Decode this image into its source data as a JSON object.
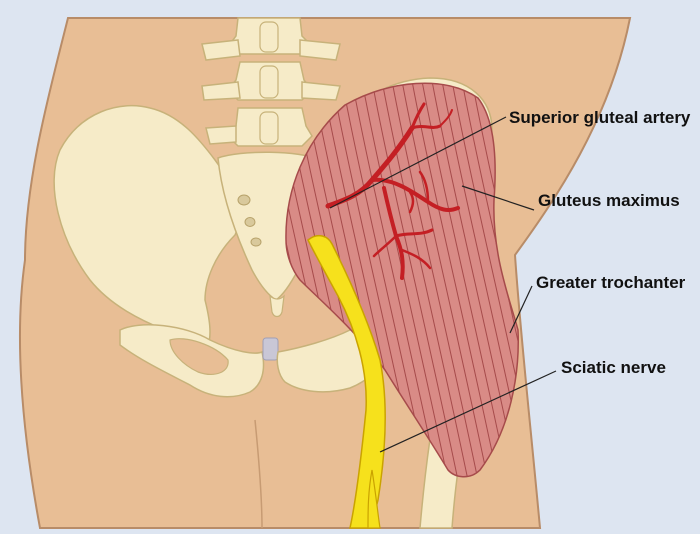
{
  "labels": {
    "superior_gluteal_artery": "Superior gluteal artery",
    "gluteus_maximus": "Gluteus maximus",
    "greater_trochanter": "Greater trochanter",
    "sciatic_nerve": "Sciatic nerve"
  },
  "colors": {
    "background": "#dde5f1",
    "skin": "#e8be95",
    "skin_outline": "#b88c68",
    "bone": "#f6ebc8",
    "bone_outline": "#c7b27a",
    "muscle": "#d98b86",
    "muscle_fiber": "#a64b4b",
    "artery": "#c41f24",
    "nerve": "#f6e11c",
    "nerve_outline": "#caa300",
    "disc": "#c9c7d6",
    "leader_line": "#222222"
  }
}
